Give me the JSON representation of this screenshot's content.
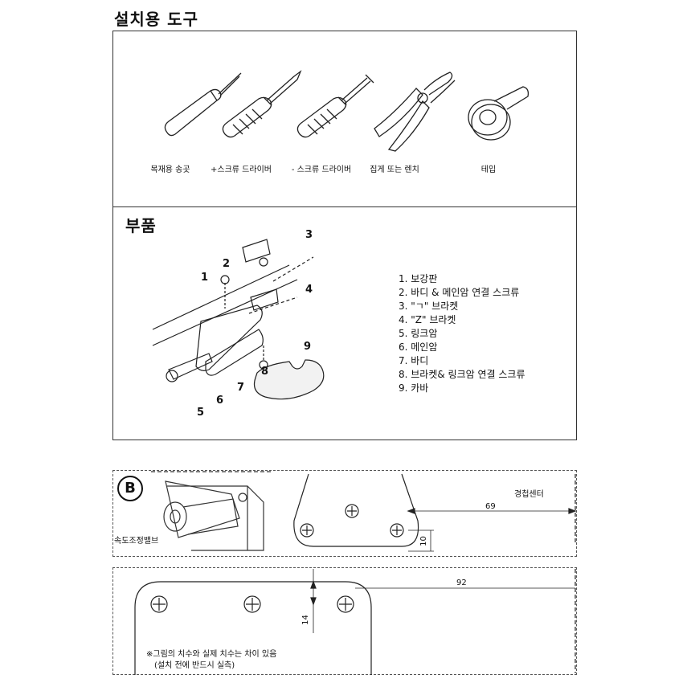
{
  "tools_section": {
    "title": "설치용 도구",
    "tools": [
      {
        "label": "목재용 송곳",
        "icon": "awl-icon"
      },
      {
        "label": "+스크류 드라이버",
        "icon": "phillips-screwdriver-icon"
      },
      {
        "label": "- 스크류 드라이버",
        "icon": "flat-screwdriver-icon"
      },
      {
        "label": "집게 또는 렌치",
        "icon": "pliers-icon"
      },
      {
        "label": "테입",
        "icon": "tape-icon"
      }
    ]
  },
  "parts_section": {
    "title": "부품",
    "callouts": [
      "1",
      "2",
      "3",
      "4",
      "5",
      "6",
      "7",
      "8",
      "9"
    ],
    "items": [
      "1. 보강판",
      "2. 바디 & 메인암 연결 스크류",
      "3. \"ㄱ\" 브라켓",
      "4. \"Z\" 브라켓",
      "5. 링크암",
      "6. 메인암",
      "7. 바디",
      "8. 브라켓& 링크암 연결 스크류",
      "9. 카바"
    ]
  },
  "detail_section": {
    "badge": "B",
    "valve_label": "속도조정밸브",
    "center_label": "경첩센터",
    "dim_69": "69",
    "dim_10": "10",
    "dim_92": "92",
    "dim_14": "14",
    "note_line1": "※그림의 치수와 실제 치수는 차이 있음",
    "note_line2": "(설치 전에 반드시 실측)"
  }
}
